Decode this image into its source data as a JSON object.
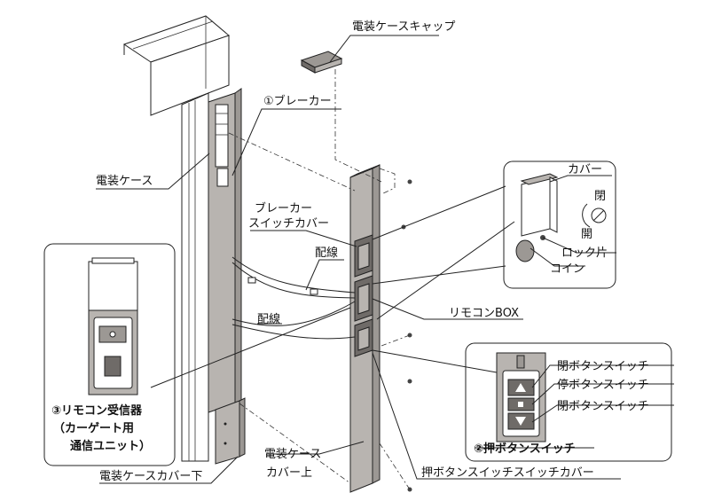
{
  "labels": {
    "cap": "電装ケースキャップ",
    "breaker": "①ブレーカー",
    "case": "電装ケース",
    "breaker_cover_1": "ブレーカー",
    "breaker_cover_2": "スイッチカバー",
    "wiring_1": "配線",
    "wiring_2": "配線",
    "remote_box": "リモコンBOX",
    "receiver_1": "③リモコン受信器",
    "receiver_2": "（カーゲート用",
    "receiver_3": "通信ユニット）",
    "case_cover_lower": "電装ケースカバー下",
    "case_cover_upper_1": "電装ケース",
    "case_cover_upper_2": "カバー上",
    "push_switch_cover": "押ボタンスイッチスイッチカバー",
    "cover": "カバー",
    "close_mark": "閉",
    "open_mark": "開",
    "lock_piece": "ロック片",
    "coin": "コイン",
    "close_switch": "閉ボタンスイッチ",
    "stop_switch": "停ボタンスイッチ",
    "open_switch": "閉ボタンスイッチ",
    "push_switch": "②押ボタンスイッチ"
  }
}
